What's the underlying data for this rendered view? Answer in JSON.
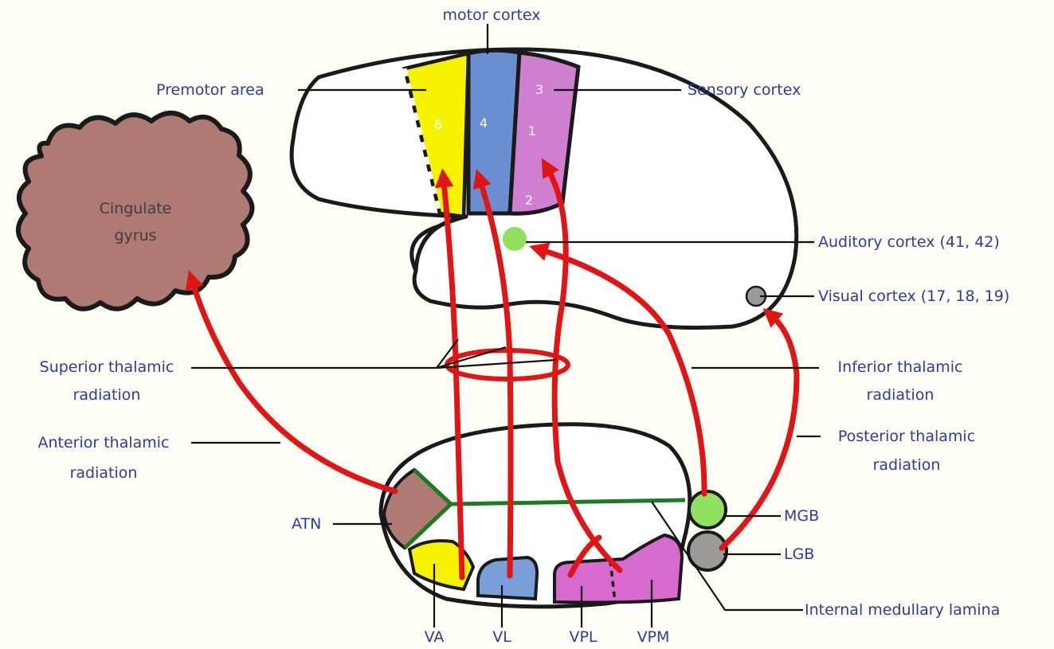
{
  "labels": {
    "motor_cortex": "motor cortex",
    "premotor_area": "Premotor area",
    "sensory_cortex": "Sensory cortex",
    "auditory_cortex": "Auditory cortex (41, 42)",
    "visual_cortex": "Visual cortex (17, 18, 19)",
    "cingulate_line1": "Cingulate",
    "cingulate_line2": "gyrus",
    "superior_line1": "Superior thalamic",
    "superior_line2": "radiation",
    "inferior_line1": "Inferior thalamic",
    "inferior_line2": "radiation",
    "anterior_line1": "Anterior thalamic",
    "anterior_line2": "radiation",
    "posterior_line1": "Posterior thalamic",
    "posterior_line2": "radiation",
    "atn": "ATN",
    "mgb": "MGB",
    "lgb": "LGB",
    "internal_medullary_lamina": "Internal medullary lamina",
    "va": "VA",
    "vl": "VL",
    "vpl": "VPL",
    "vpm": "VPM"
  },
  "areas": {
    "area_6": "6",
    "area_4": "4",
    "area_3": "3",
    "area_1": "1",
    "area_2": "2"
  },
  "colors": {
    "background": "#FEFEF6",
    "outline": "#1A1A1A",
    "tract": "#E01515",
    "label_text": "#2B3C9C",
    "premotor": "#F6F200",
    "motor": "#6B8FD2",
    "sensory": "#CF7FD0",
    "cingulate": "#B07A74",
    "atn": "#B07A74",
    "lamina": "#1E7A22",
    "mgb": "#92E060",
    "lgb": "#9A9A98",
    "va": "#F6F200",
    "vl": "#7A9ED8",
    "vpl_vpm": "#D76ACF"
  }
}
